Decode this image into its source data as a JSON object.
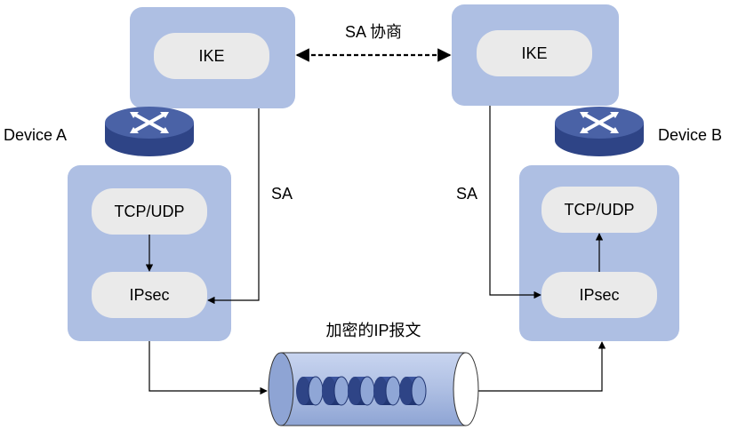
{
  "diagram": {
    "sa_negotiation_label": "SA  协商",
    "encrypted_packet_label": "加密的IP报文",
    "device_a": {
      "name": "Device A",
      "ike_label": "IKE",
      "sa_label": "SA",
      "tcp_udp_label": "TCP/UDP",
      "ipsec_label": "IPsec"
    },
    "device_b": {
      "name": "Device B",
      "ike_label": "IKE",
      "sa_label": "SA",
      "tcp_udp_label": "TCP/UDP",
      "ipsec_label": "IPsec"
    }
  },
  "colors": {
    "panel_fill": "#aebfe3",
    "inner_box_fill": "#eaeaea",
    "router_top": "#4a62a6",
    "router_side": "#2e4486",
    "tube_fill": "#b4c4e8",
    "packet_dark": "#2e4486",
    "packet_light": "#8fa6d6",
    "line": "#000000"
  }
}
